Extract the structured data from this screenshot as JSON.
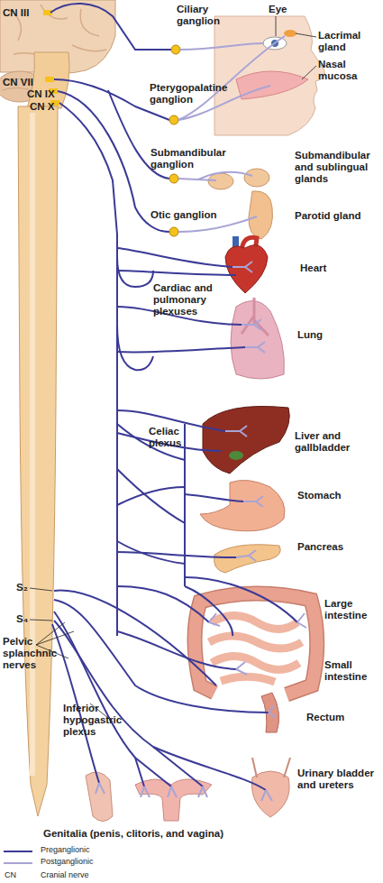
{
  "diagram": {
    "labels": [
      "CN III",
      "Ciliary ganglion",
      "Eye",
      "Lacrimal gland",
      "CN VII",
      "CN IX",
      "CN X",
      "Pterygopalatine ganglion",
      "Nasal mucosa",
      "Submandibular ganglion",
      "Submandibular and sublingual glands",
      "Otic ganglion",
      "Parotid gland",
      "Heart",
      "Cardiac and pulmonary plexuses",
      "Lung",
      "Liver and gallbladder",
      "Celiac plexus",
      "Stomach",
      "Pancreas",
      "S₂",
      "S₄",
      "Large intestine",
      "Pelvic splanchnic nerves",
      "Small intestine",
      "Rectum",
      "Inferior hypogastric plexus",
      "Urinary bladder and ureters",
      "Genitalia (penis, clitoris, and vagina)",
      "CN"
    ],
    "legend": [
      {
        "text": "Preganglionic"
      },
      {
        "text": "Postganglionic"
      },
      {
        "text": "Cranial nerve"
      }
    ]
  }
}
